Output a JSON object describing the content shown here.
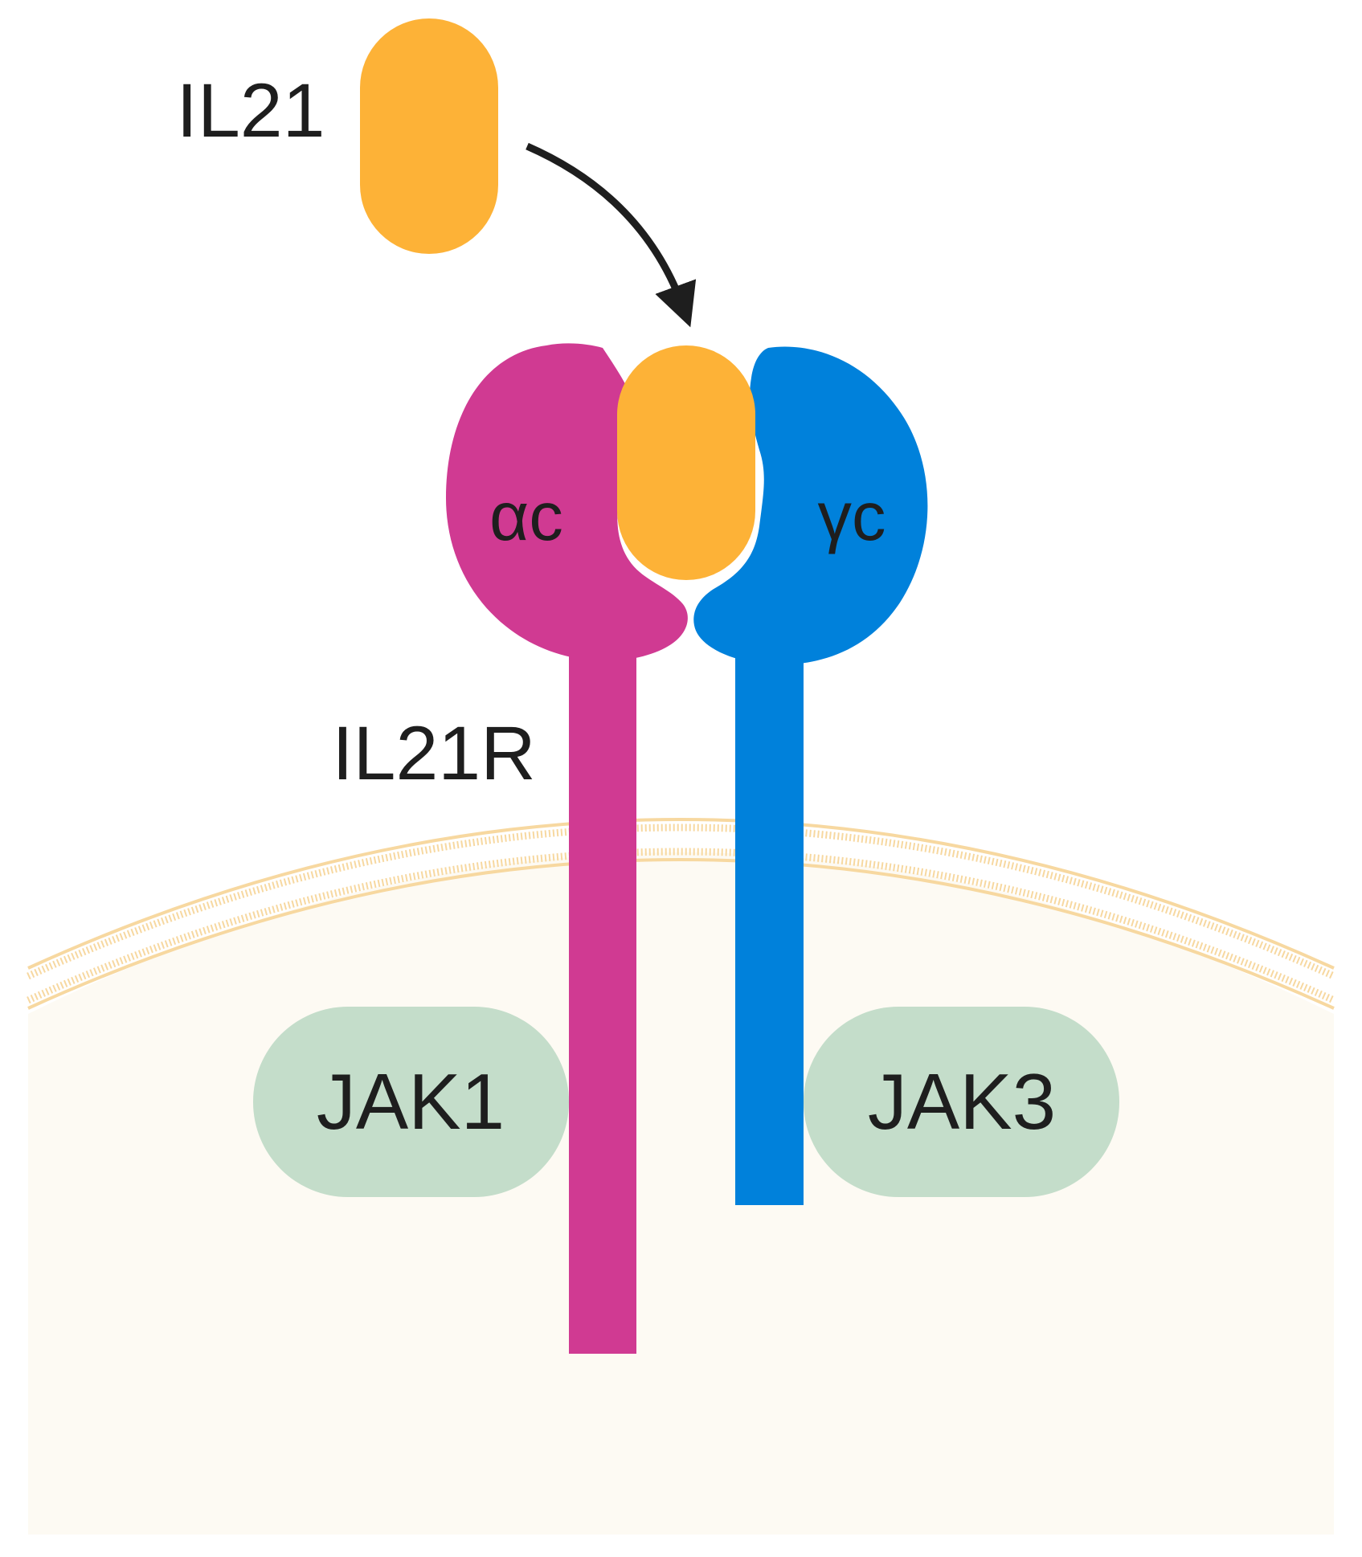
{
  "labels": {
    "ligand": "IL21",
    "receptor": "IL21R",
    "alpha_chain": "αc",
    "gamma_chain": "γc",
    "kinase_left": "JAK1",
    "kinase_right": "JAK3"
  },
  "colors": {
    "ligand": "#FDB237",
    "alpha_chain": "#D03A92",
    "gamma_chain": "#0081DB",
    "kinase": "#C4DDCA",
    "membrane": "#F7D8A0",
    "cytoplasm": "#FDFAF3",
    "arrow": "#1e1e1e",
    "text": "#1e1e1e"
  }
}
